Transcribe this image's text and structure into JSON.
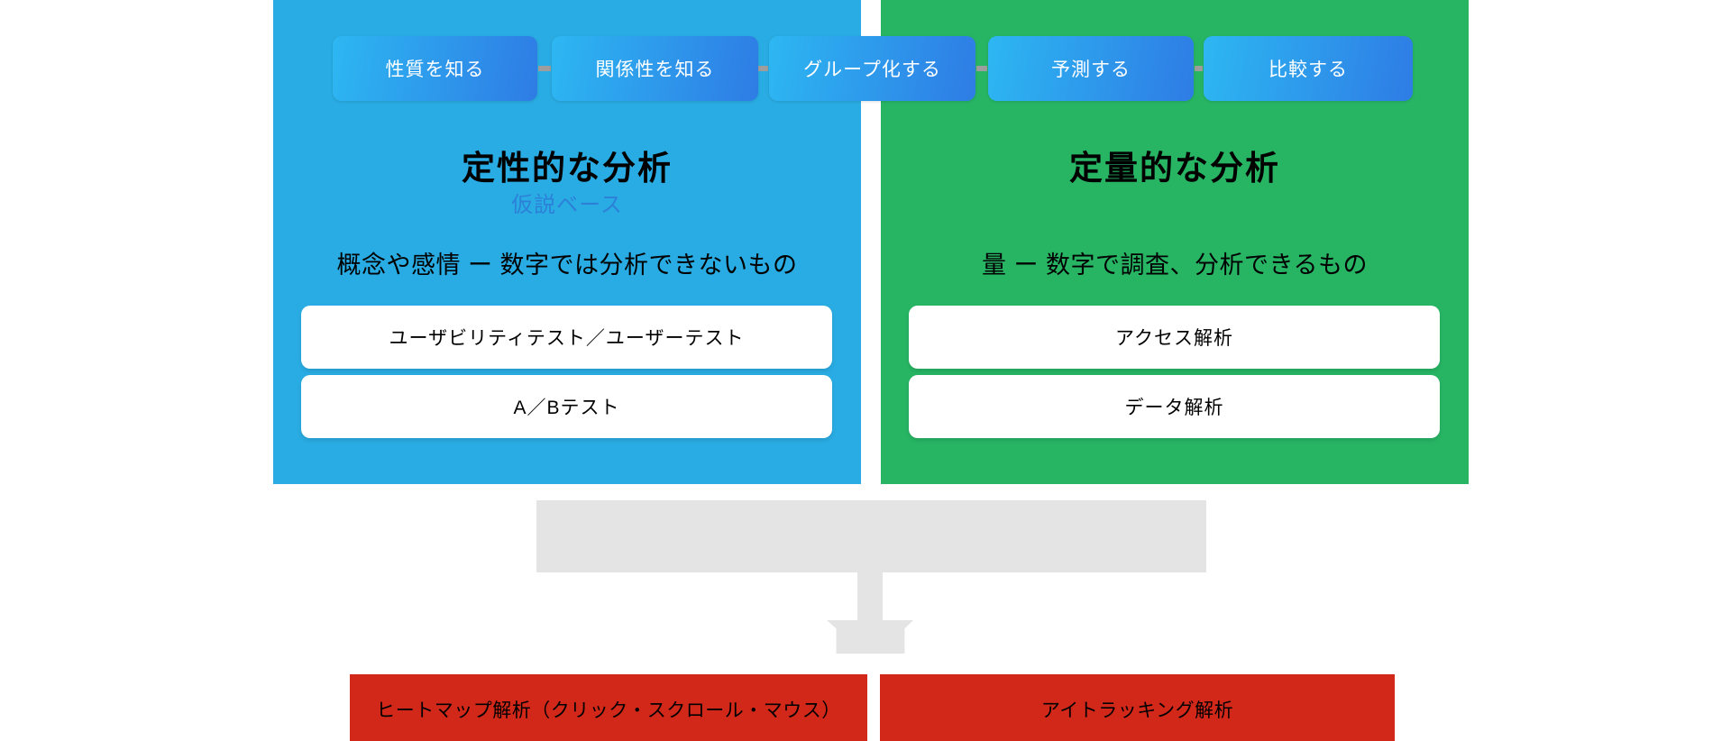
{
  "palette": {
    "blue_panel": "#29ace3",
    "green_panel": "#27b564",
    "pill_gradient_start": "#2db7f2",
    "pill_gradient_end": "#2e7ce5",
    "pill_text": "#ffffff",
    "subtitle_blue": "#2d80d8",
    "connector_gray": "#9e9e9e",
    "gray_shape": "#e4e4e4",
    "red_bar": "#d2281a",
    "card_bg": "#ffffff",
    "text_dark": "#000000"
  },
  "pills": [
    {
      "label": "性質を知る"
    },
    {
      "label": "関係性を知る"
    },
    {
      "label": "グループ化する"
    },
    {
      "label": "予測する"
    },
    {
      "label": "比較する"
    }
  ],
  "qualitative_panel": {
    "title": "定性的な分析",
    "subtitle": "仮説ベース",
    "description": "概念や感情 ー 数字では分析できないもの",
    "cards": [
      {
        "label": "ユーザビリティテスト／ユーザーテスト"
      },
      {
        "label": "A／Bテスト"
      }
    ]
  },
  "quantitative_panel": {
    "title": "定量的な分析",
    "description": "量 ー 数字で調査、分析できるもの",
    "cards": [
      {
        "label": "アクセス解析"
      },
      {
        "label": "データ解析"
      }
    ]
  },
  "bottom_bars": [
    {
      "label": "ヒートマップ解析（クリック・スクロール・マウス）"
    },
    {
      "label": "アイトラッキング解析"
    }
  ]
}
